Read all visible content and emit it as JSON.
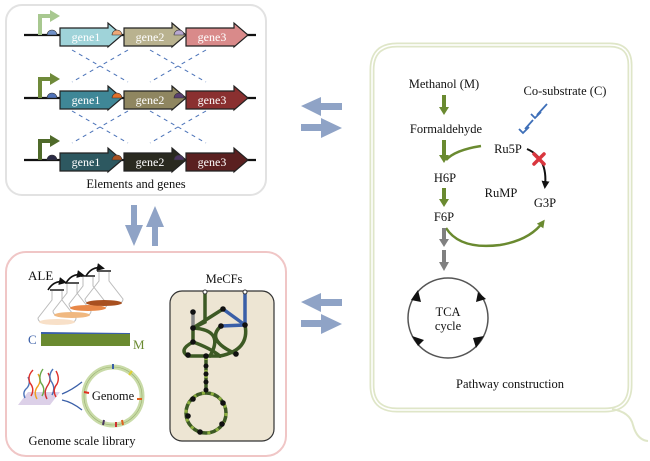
{
  "panels": {
    "elements_genes": {
      "caption": "Elements and genes",
      "rows": [
        {
          "genes": [
            {
              "label": "gene1",
              "color": "#9fd3d9"
            },
            {
              "label": "gene2",
              "color": "#b9b28f"
            },
            {
              "label": "gene3",
              "color": "#d98a8a"
            }
          ],
          "rbs_colors": [
            "#6f90c8",
            "#f0a878",
            "#b8a8d0"
          ],
          "promoter_color": "#a8c890"
        },
        {
          "genes": [
            {
              "label": "gene1",
              "color": "#3f8797"
            },
            {
              "label": "gene2",
              "color": "#8f8660"
            },
            {
              "label": "gene3",
              "color": "#8a3030"
            }
          ],
          "rbs_colors": [
            "#4f72b8",
            "#e0702a",
            "#5a3f70"
          ],
          "promoter_color": "#6f8a3a"
        },
        {
          "genes": [
            {
              "label": "gene1",
              "color": "#2d5860"
            },
            {
              "label": "gene2",
              "color": "#2a2a20"
            },
            {
              "label": "gene3",
              "color": "#5a2020"
            }
          ],
          "rbs_colors": [
            "#2a2a45",
            "#a85020",
            "#4a3560"
          ],
          "promoter_color": "#4f6a2a"
        }
      ]
    },
    "library": {
      "ale_label": "ALE",
      "c_label": "C",
      "m_label": "M",
      "genome_label": "Genome",
      "caption": "Genome scale library",
      "mecfs_label": "MeCFs"
    },
    "pathway": {
      "caption": "Pathway construction",
      "methanol": "Methanol (M)",
      "cosubstrate": "Co-substrate (C)",
      "formaldehyde": "Formaldehyde",
      "ru5p": "Ru5P",
      "h6p": "H6P",
      "rump": "RuMP",
      "g3p": "G3P",
      "f6p": "F6P",
      "tca_line1": "TCA",
      "tca_line2": "cycle"
    }
  },
  "colors": {
    "exchange_arrow": "#8fa3c6",
    "green_arrow": "#6a8a30",
    "blue_arrow": "#3e6fb8",
    "gray_arrow": "#808080",
    "block_mark": "#d9363e",
    "box1_border": "#e4e4e4",
    "box2_border": "#f0c8c8",
    "box3_border": "#dfe6c8"
  }
}
